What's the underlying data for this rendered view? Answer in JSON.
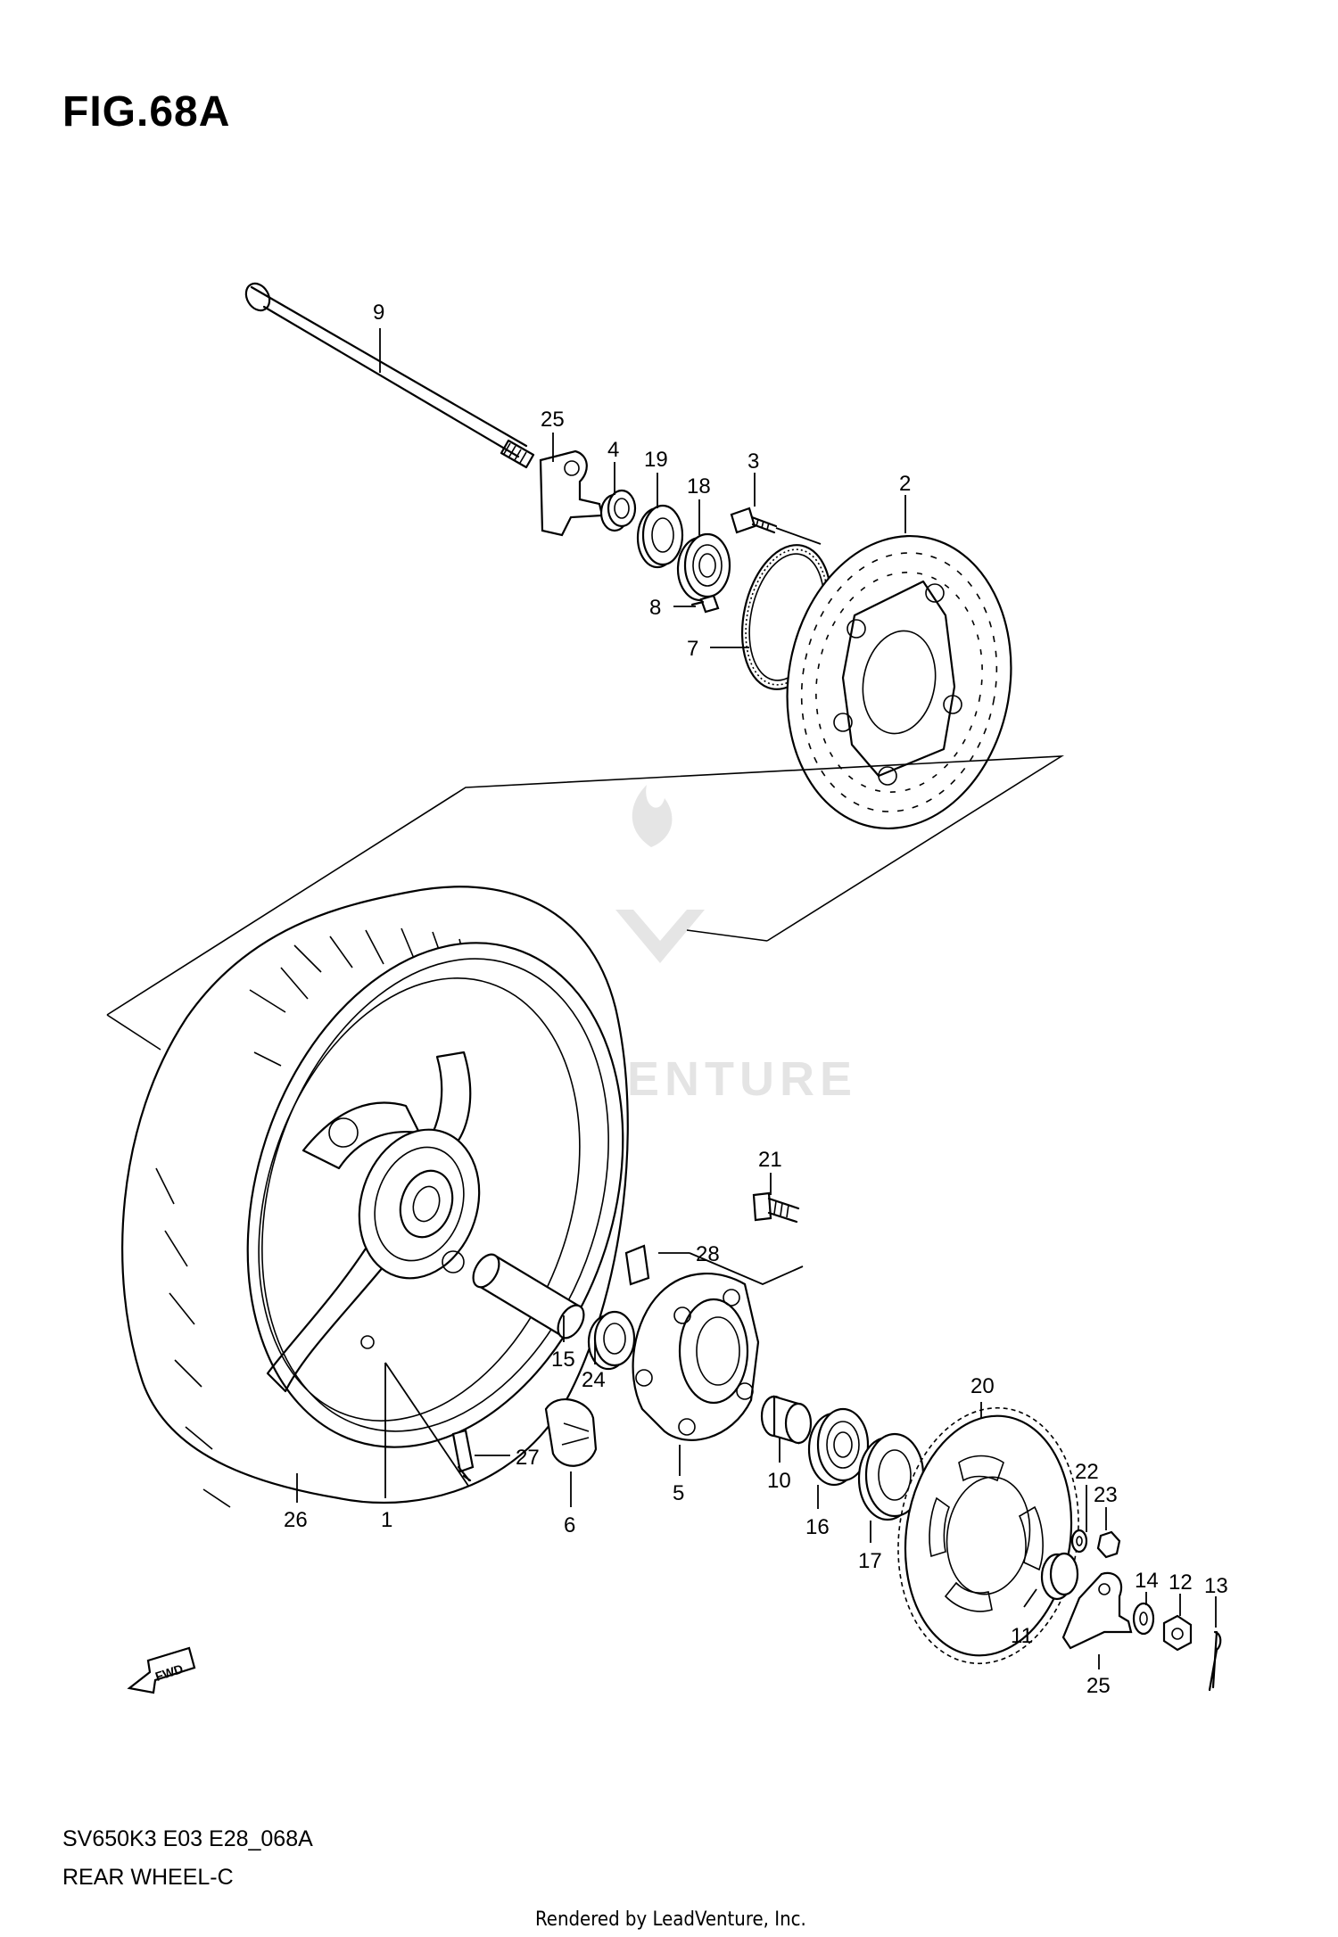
{
  "figure_title": "FIG.68A",
  "watermark_text": "LEADVENTURE",
  "fwd_label": "FWD",
  "footer": {
    "code": "SV650K3 E03 E28_068A",
    "name": "REAR WHEEL-C",
    "rendered_by": "Rendered by LeadVenture, Inc."
  },
  "callouts": [
    "1",
    "2",
    "3",
    "4",
    "5",
    "6",
    "7",
    "8",
    "9",
    "10",
    "11",
    "12",
    "13",
    "14",
    "15",
    "16",
    "17",
    "18",
    "19",
    "20",
    "21",
    "22",
    "23",
    "24",
    "25",
    "25",
    "26",
    "27",
    "28"
  ]
}
